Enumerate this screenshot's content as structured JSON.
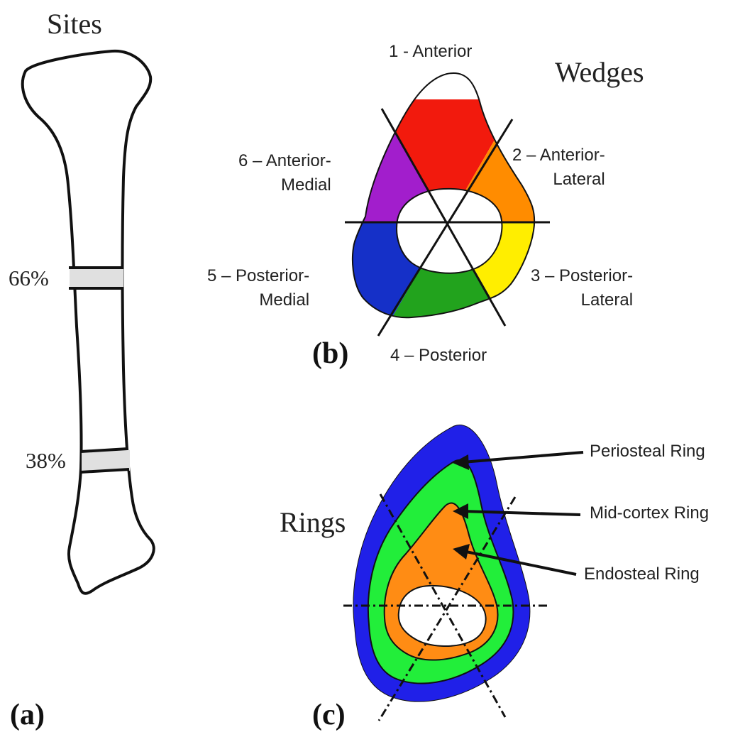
{
  "panel_a": {
    "title": "Sites",
    "label": "(a)",
    "sites": [
      "66%",
      "38%"
    ]
  },
  "panel_b": {
    "title": "Wedges",
    "label": "(b)",
    "wedges": [
      {
        "line1": "1 - Anterior",
        "line2": "",
        "color": "#f21a0d"
      },
      {
        "line1": "2 – Anterior-",
        "line2": "Lateral",
        "color": "#ff8c00"
      },
      {
        "line1": "3 – Posterior-",
        "line2": "Lateral",
        "color": "#ffee00"
      },
      {
        "line1": "4 – Posterior",
        "line2": "",
        "color": "#22a31d"
      },
      {
        "line1": "5 – Posterior-",
        "line2": "Medial",
        "color": "#1530c8"
      },
      {
        "line1": "6 – Anterior-",
        "line2": "Medial",
        "color": "#a21ecc"
      }
    ]
  },
  "panel_c": {
    "title": "Rings",
    "label": "(c)",
    "rings": [
      {
        "name": "Periosteal Ring",
        "color": "#2020e8"
      },
      {
        "name": "Mid-cortex Ring",
        "color": "#22ee3a"
      },
      {
        "name": "Endosteal Ring",
        "color": "#ff8c14"
      }
    ]
  }
}
